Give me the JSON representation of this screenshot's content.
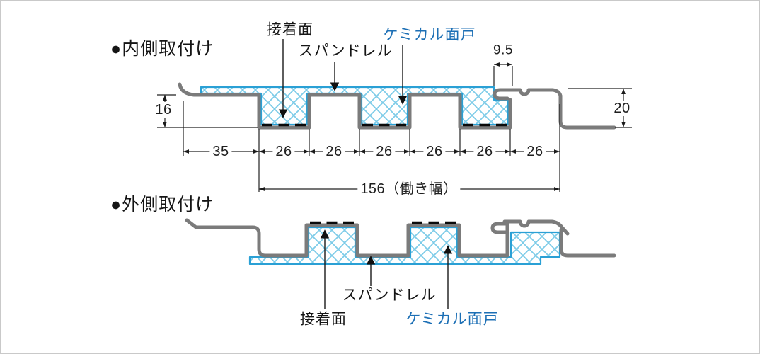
{
  "diagram": {
    "inner_section": {
      "heading": "●内側取付け"
    },
    "outer_section": {
      "heading": "●外側取付け"
    },
    "labels": {
      "adhesive_surface": "接着面",
      "spandrel": "スパンドレル",
      "chemical_mendo": "ケミカル面戸"
    },
    "dimensions": {
      "notch_width": "9.5",
      "groove_depth": "16",
      "edge_step": "20",
      "working_width": "156（働き幅）",
      "segments": [
        "35",
        "26",
        "26",
        "26",
        "26",
        "26",
        "26"
      ]
    },
    "colors": {
      "chemical_label_blue": "#1c6fb5",
      "hatch_line_blue": "#7ccbe8",
      "hatch_border_blue": "#2aa0d5",
      "panel_gray": "#7b7b7b",
      "dimension_black": "#222222"
    }
  }
}
